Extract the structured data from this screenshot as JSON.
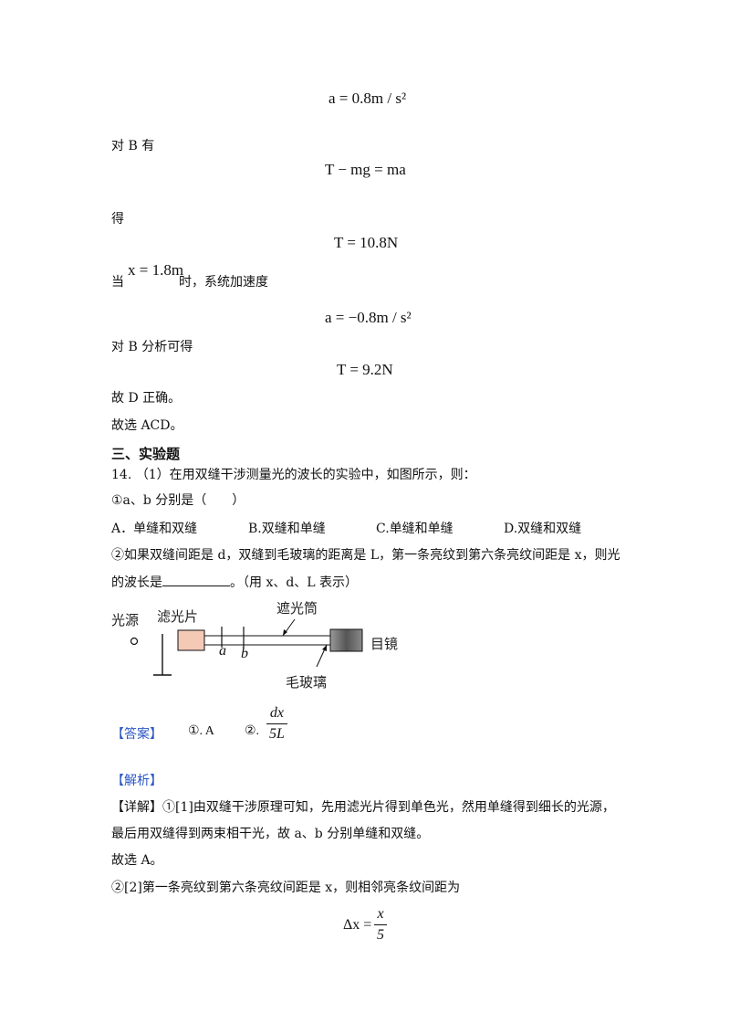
{
  "lines": {
    "eq_a1": "a = 0.8m / s²",
    "for_b": "对 B 有",
    "eq_t_minus": "T − mg = ma",
    "de": "得",
    "eq_t1": "T = 10.8N",
    "when_pre": "当",
    "when_x": "x = 1.8m",
    "when_post": "时，系统加速度",
    "eq_a2": "a = −0.8m / s²",
    "for_b2": "对 B 分析可得",
    "eq_t2": "T = 9.2N",
    "d_correct": "故 D 正确。",
    "choose_acd": "故选 ACD。",
    "section": "三、实验题",
    "q14": "14. （1）在用双缝干涉测量光的波长的实验中，如图所示，则：",
    "q1_text": "①a、b 分别是（　　）",
    "opt_a": "A．单缝和双缝",
    "opt_b": "B.双缝和单缝",
    "opt_c": "C.单缝和单缝",
    "opt_d": "D.双缝和双缝",
    "q2_line1": "②如果双缝间距是 d，双缝到毛玻璃的距离是 L，第一条亮纹到第六条亮纹间距是 x，则光",
    "q2_pre": "的波长是",
    "q2_post": "。（用 x、d、L 表示）"
  },
  "figure": {
    "light_source": "光源",
    "filter": "滤光片",
    "tube": "遮光筒",
    "eyepiece": "目镜",
    "glass": "毛玻璃",
    "mark_a": "a",
    "mark_b": "b",
    "colors": {
      "filter_box": "#f4c9b6",
      "eyepiece": "#7a7a7a"
    }
  },
  "answer": {
    "label": "【答案】",
    "ans1": "①. A",
    "ans2_prefix": "②.",
    "ans2_num": "dx",
    "ans2_den": "5L"
  },
  "analysis": {
    "label": "【解析】",
    "detail_label": "【详解】",
    "detail_line1": "①[1]由双缝干涉原理可知，先用滤光片得到单色光，然用单缝得到细长的光源，",
    "detail_line2": "最后用双缝得到两束相干光，故 a、b 分别单缝和双缝。",
    "choose_a": "故选 A。",
    "line_2": "②[2]第一条亮纹到第六条亮纹间距是 x，则相邻亮条纹间距为",
    "eq_lhs": "Δx =",
    "eq_num": "x",
    "eq_den": "5"
  }
}
